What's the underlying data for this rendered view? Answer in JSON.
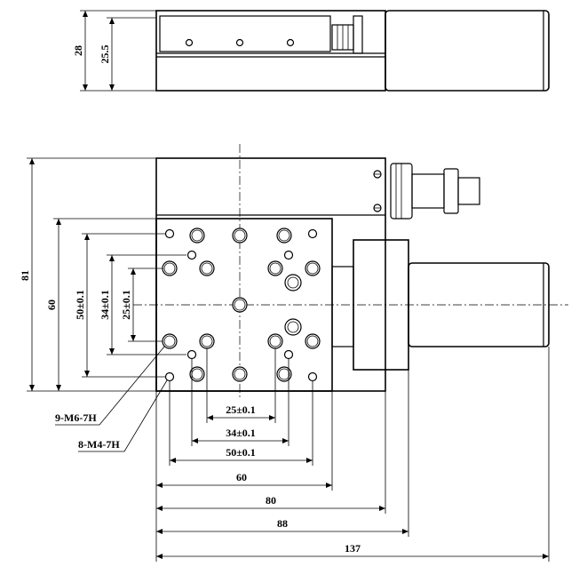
{
  "drawing": {
    "side_view": {
      "dim_height_total": "28",
      "dim_height_inner": "25.5"
    },
    "top_view": {
      "dim_overall_height": "81",
      "dim_height_60": "60",
      "dim_vert_50": "50±0.1",
      "dim_vert_34": "34±0.1",
      "dim_vert_25": "25±0.1",
      "dim_horiz_25": "25±0.1",
      "dim_horiz_34": "34±0.1",
      "dim_horiz_50": "50±0.1",
      "dim_width_60": "60",
      "dim_width_80": "80",
      "dim_width_88": "88",
      "dim_width_137": "137",
      "callout_m6": "9-M6-7H",
      "callout_m4": "8-M4-7H"
    }
  }
}
